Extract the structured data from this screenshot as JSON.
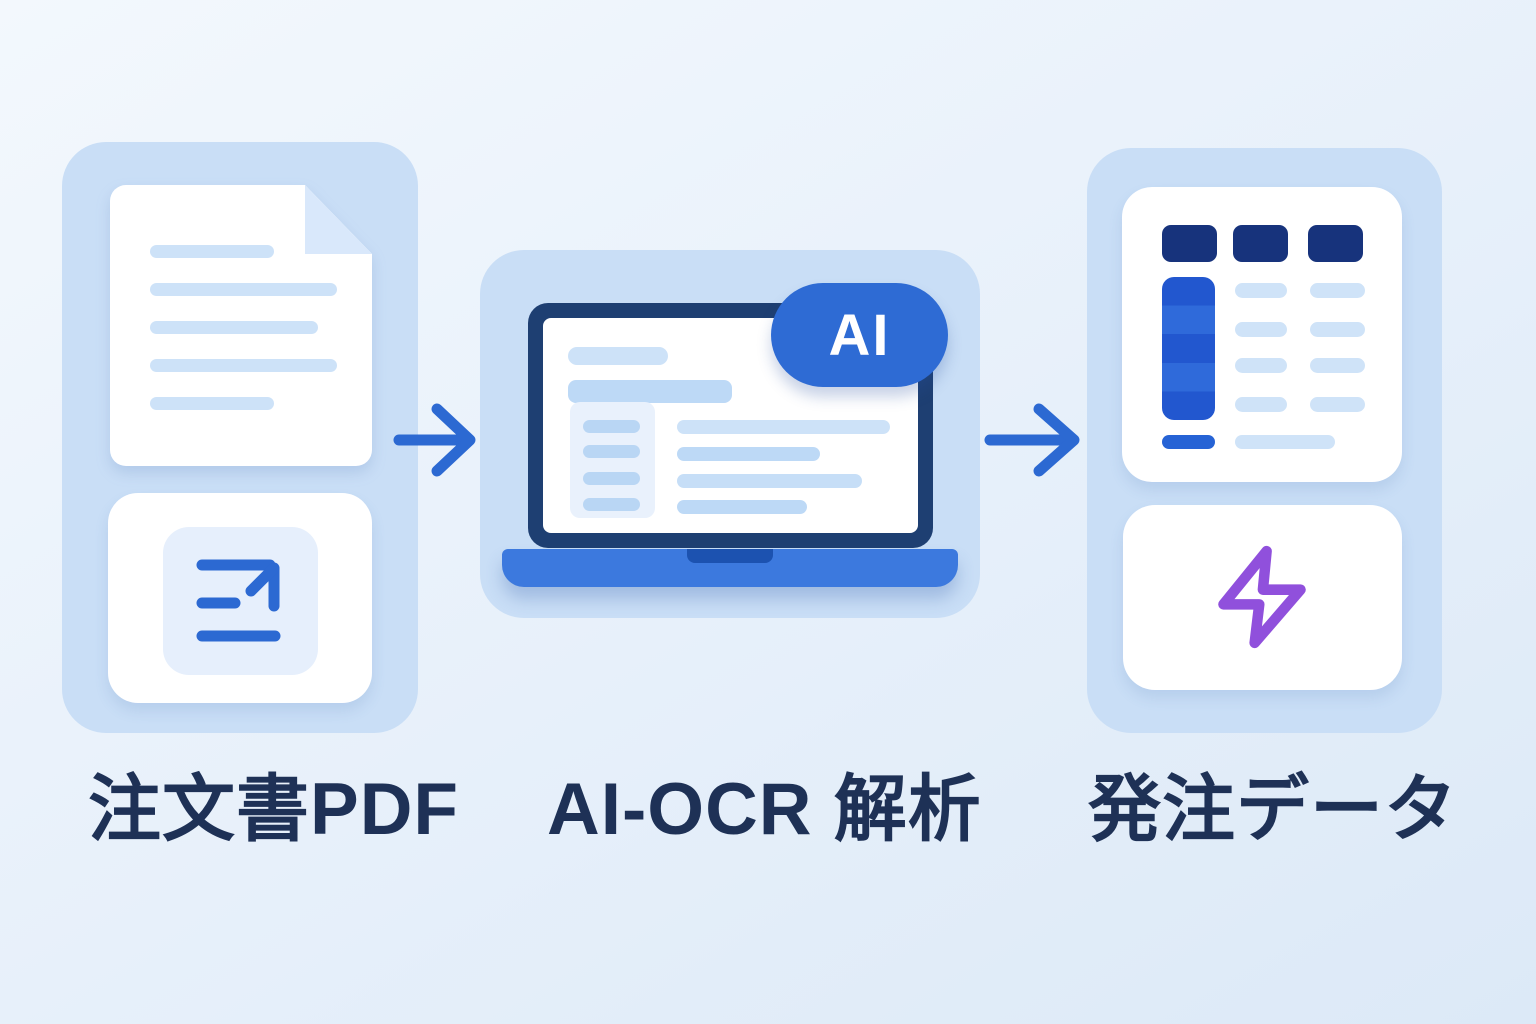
{
  "diagram": {
    "steps": [
      {
        "id": "input",
        "label": "注文書PDF",
        "icons": [
          "document-icon",
          "export-arrow-icon"
        ]
      },
      {
        "id": "process",
        "label": "AI-OCR 解析",
        "badge": "AI",
        "icons": [
          "laptop-icon",
          "ai-badge"
        ]
      },
      {
        "id": "output",
        "label": "発注データ",
        "icons": [
          "data-table-icon",
          "lightning-icon"
        ]
      }
    ],
    "connectors": [
      {
        "icon": "arrow-right-icon"
      },
      {
        "icon": "arrow-right-icon"
      }
    ],
    "colors": {
      "background_start": "#f3f8fd",
      "background_end": "#dce9f7",
      "panel_blue": "#c9def6",
      "card_white": "#ffffff",
      "light_pill": "#cfe3f8",
      "medium_pill": "#bdd9f6",
      "accent_blue": "#2c69d2",
      "laptop_bezel_navy": "#1e3f72",
      "laptop_base_blue": "#3c79de",
      "laptop_notch_blue": "#1c52b0",
      "badge_blue": "#2e6bd4",
      "table_header_navy": "#17337c",
      "table_column_blue": "#2257cf",
      "label_navy": "#1e3156",
      "lightning_purple": "#9050dc"
    }
  }
}
